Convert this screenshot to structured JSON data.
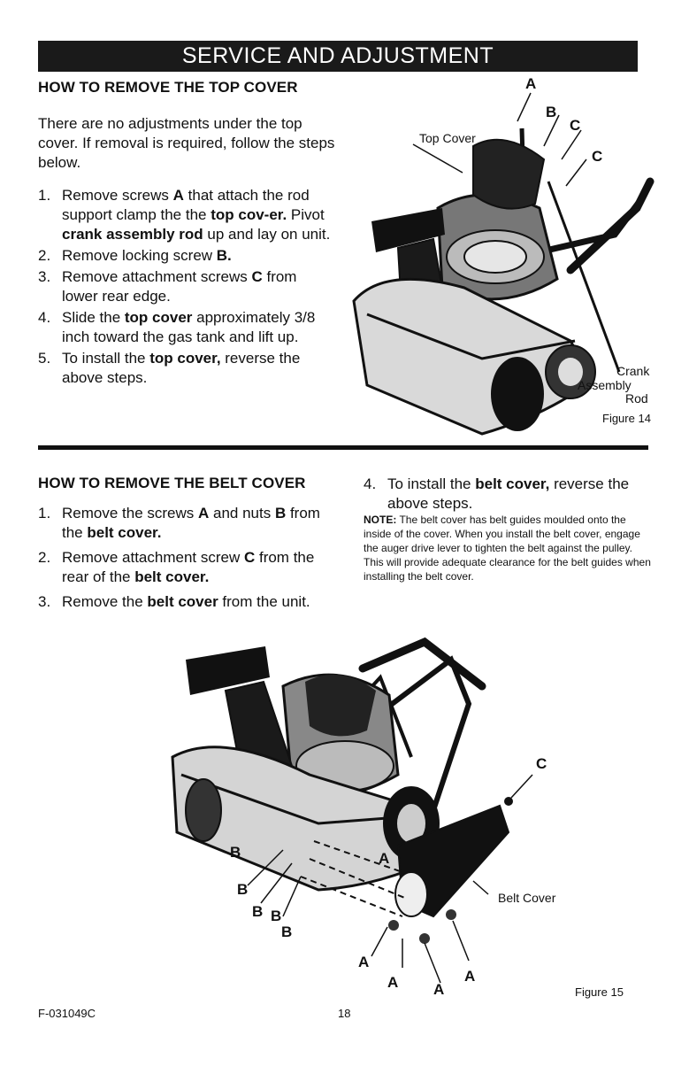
{
  "banner": "SERVICE AND ADJUSTMENT",
  "top_cover": {
    "title": "HOW TO REMOVE THE TOP COVER",
    "intro": "There are no adjustments under the top cover. If removal is required, follow the steps below.",
    "steps": [
      {
        "num": "1.",
        "html": "Remove screws <b>A</b> that attach the rod support clamp the the <b>top cov-er.</b> Pivot <b>crank assembly rod</b> up and lay on unit."
      },
      {
        "num": "2.",
        "html": "Remove locking screw <b>B.</b>"
      },
      {
        "num": "3.",
        "html": "Remove attachment screws <b>C</b> from lower rear edge."
      },
      {
        "num": "4.",
        "html": "Slide the <b>top cover</b> approximately 3/8 inch toward the gas tank and lift up."
      },
      {
        "num": "5.",
        "html": "To install the <b>top cover,</b> reverse the above steps."
      }
    ],
    "figure": {
      "label_a": "A",
      "label_b": "B",
      "label_c1": "C",
      "label_c2": "C",
      "label_top_cover": "Top Cover",
      "label_crank_1": "Crank",
      "label_crank_2": "Assembly",
      "label_crank_3": "Rod",
      "caption": "Figure 14"
    }
  },
  "belt_cover": {
    "title": "HOW TO REMOVE THE BELT COVER",
    "steps": [
      {
        "num": "1.",
        "html": "Remove the screws <b>A</b> and nuts <b>B</b> from the <b>belt cover.</b>"
      },
      {
        "num": "2.",
        "html": "Remove attachment screw <b>C</b> from the rear of the <b>belt cover.</b>"
      },
      {
        "num": "3.",
        "html": "Remove the <b>belt cover</b> from the unit."
      }
    ],
    "step4": {
      "num": "4.",
      "html": "To install the <b>belt cover,</b> reverse the above steps."
    },
    "note_label": "NOTE:",
    "note_text": "The belt cover has belt guides moulded onto the inside of the cover. When you install the belt cover, engage the auger drive lever to tighten the belt against the pulley. This will provide adequate clearance for the belt guides when installing the belt cover.",
    "figure": {
      "label_c": "C",
      "label_belt_cover": "Belt Cover",
      "label_a_top": "A",
      "label_a1": "A",
      "label_a2": "A",
      "label_a3": "A",
      "label_a4": "A",
      "label_b1": "B",
      "label_b2": "B",
      "label_b3": "B",
      "label_b4": "B",
      "label_b5": "B",
      "caption": "Figure 15"
    }
  },
  "footer": {
    "code": "F-031049C",
    "page": "18"
  }
}
